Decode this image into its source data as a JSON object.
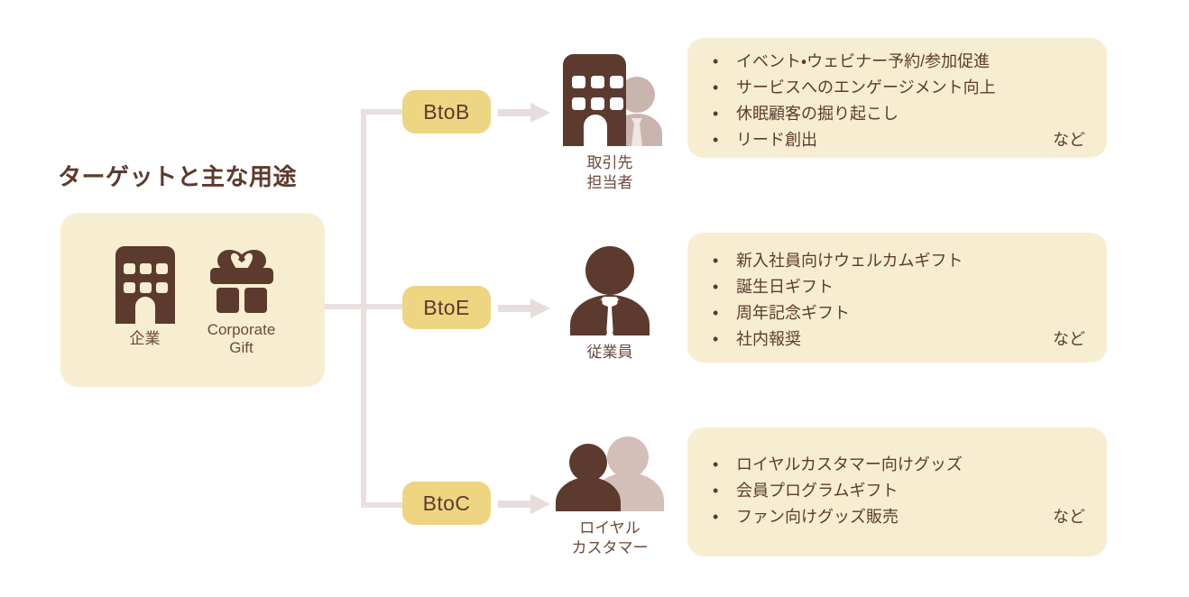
{
  "title": "ターゲットと主な用途",
  "colors": {
    "panel_bg": "#F7EED2",
    "pill_bg": "#EDD582",
    "icon_dark": "#5C3A2E",
    "icon_light": "#C9B5AD",
    "connector": "#EADFDF",
    "text_brown": "#5C3A2E",
    "label_brown": "#6B4A3C",
    "page_bg": "#FFFFFF"
  },
  "source": {
    "items": [
      {
        "icon": "office-building-icon",
        "label": "企業"
      },
      {
        "icon": "gift-box-icon",
        "label": "Corporate\nGift"
      }
    ]
  },
  "branches": [
    {
      "id": "btob",
      "pill_label": "BtoB",
      "arrow_icon": "arrow-right-icon",
      "persona_icon": "building-with-businessperson-icon",
      "persona_label": "取引先\n担当者",
      "bullet_marker": "•",
      "bullets": [
        {
          "text": "イベント・ウェビナー予約/参加促進",
          "suffix": ""
        },
        {
          "text": "サービスへのエンゲージメント向上",
          "suffix": ""
        },
        {
          "text": "休眠顧客の掘り起こし",
          "suffix": ""
        },
        {
          "text": "リード創出",
          "suffix": "など"
        }
      ]
    },
    {
      "id": "btoe",
      "pill_label": "BtoE",
      "arrow_icon": "arrow-right-icon",
      "persona_icon": "businessperson-suit-icon",
      "persona_label": "従業員",
      "bullet_marker": "•",
      "bullets": [
        {
          "text": "新入社員向けウェルカムギフト",
          "suffix": ""
        },
        {
          "text": "誕生日ギフト",
          "suffix": ""
        },
        {
          "text": "周年記念ギフト",
          "suffix": ""
        },
        {
          "text": "社内報奨",
          "suffix": "など"
        }
      ]
    },
    {
      "id": "btoc",
      "pill_label": "BtoC",
      "arrow_icon": "arrow-right-icon",
      "persona_icon": "two-people-icon",
      "persona_label": "ロイヤル\nカスタマー",
      "bullet_marker": "•",
      "bullets": [
        {
          "text": "ロイヤルカスタマー向けグッズ",
          "suffix": ""
        },
        {
          "text": "会員プログラムギフト",
          "suffix": ""
        },
        {
          "text": "ファン向けグッズ販売",
          "suffix": "など"
        }
      ]
    }
  ]
}
